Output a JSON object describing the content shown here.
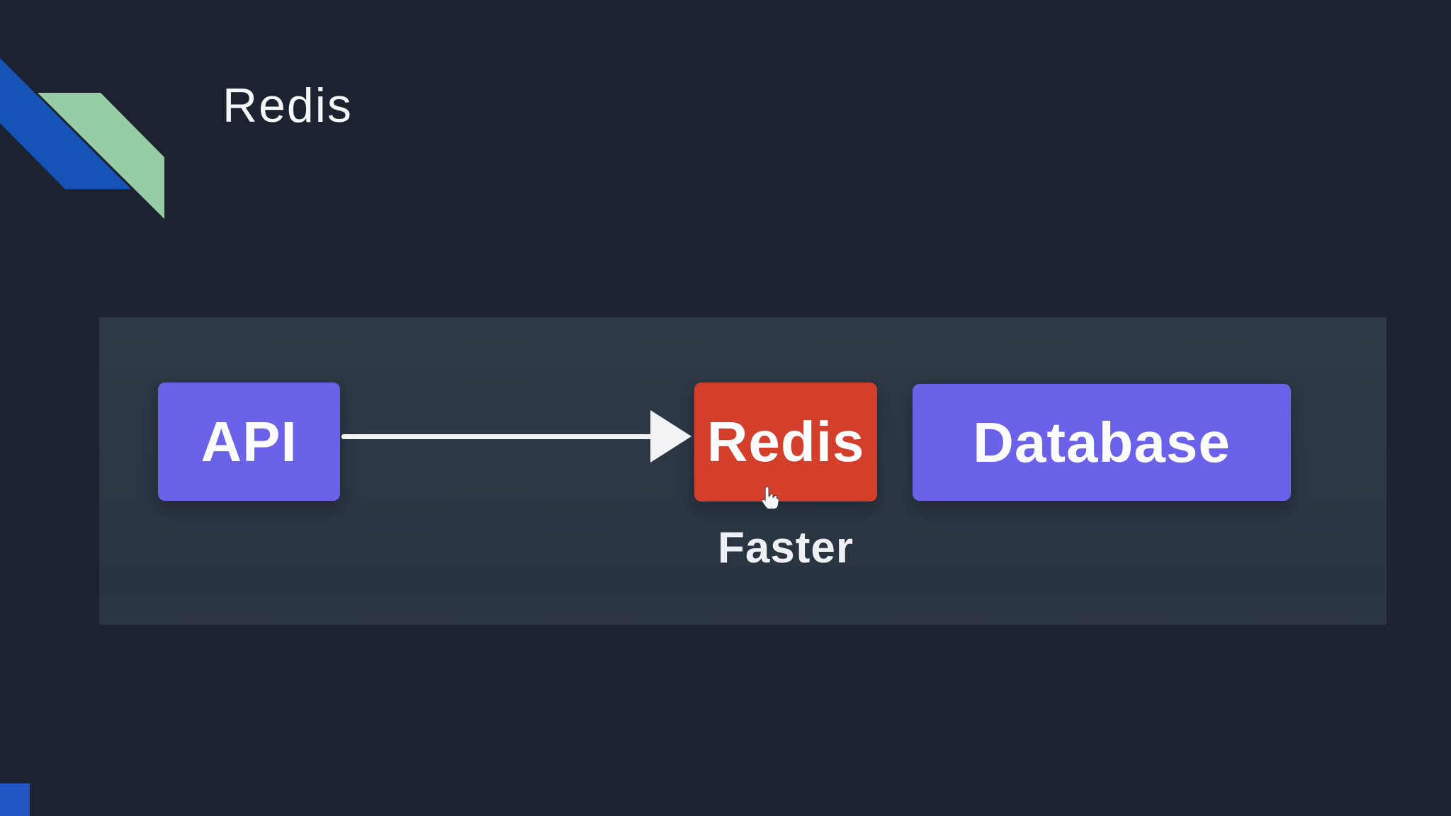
{
  "slide": {
    "title": "Redis",
    "colors": {
      "background": "#1c2230",
      "panel": "#2d3744",
      "accent_blue": "#1553b6",
      "accent_green": "#97cda4",
      "corner_square_blue": "#2156c4",
      "node_purple": "#6c61e9",
      "node_red": "#d43f2b",
      "text_white": "#f4f6f7",
      "arrow_white": "#f1f3f4"
    }
  },
  "diagram": {
    "nodes": [
      {
        "id": "api",
        "label": "API",
        "color": "#6c61e9"
      },
      {
        "id": "redis",
        "label": "Redis",
        "color": "#d43f2b"
      },
      {
        "id": "database",
        "label": "Database",
        "color": "#6c61e9"
      }
    ],
    "edge": {
      "from": "API",
      "to": "Redis",
      "style": "arrow-right"
    },
    "caption": "Faster"
  }
}
